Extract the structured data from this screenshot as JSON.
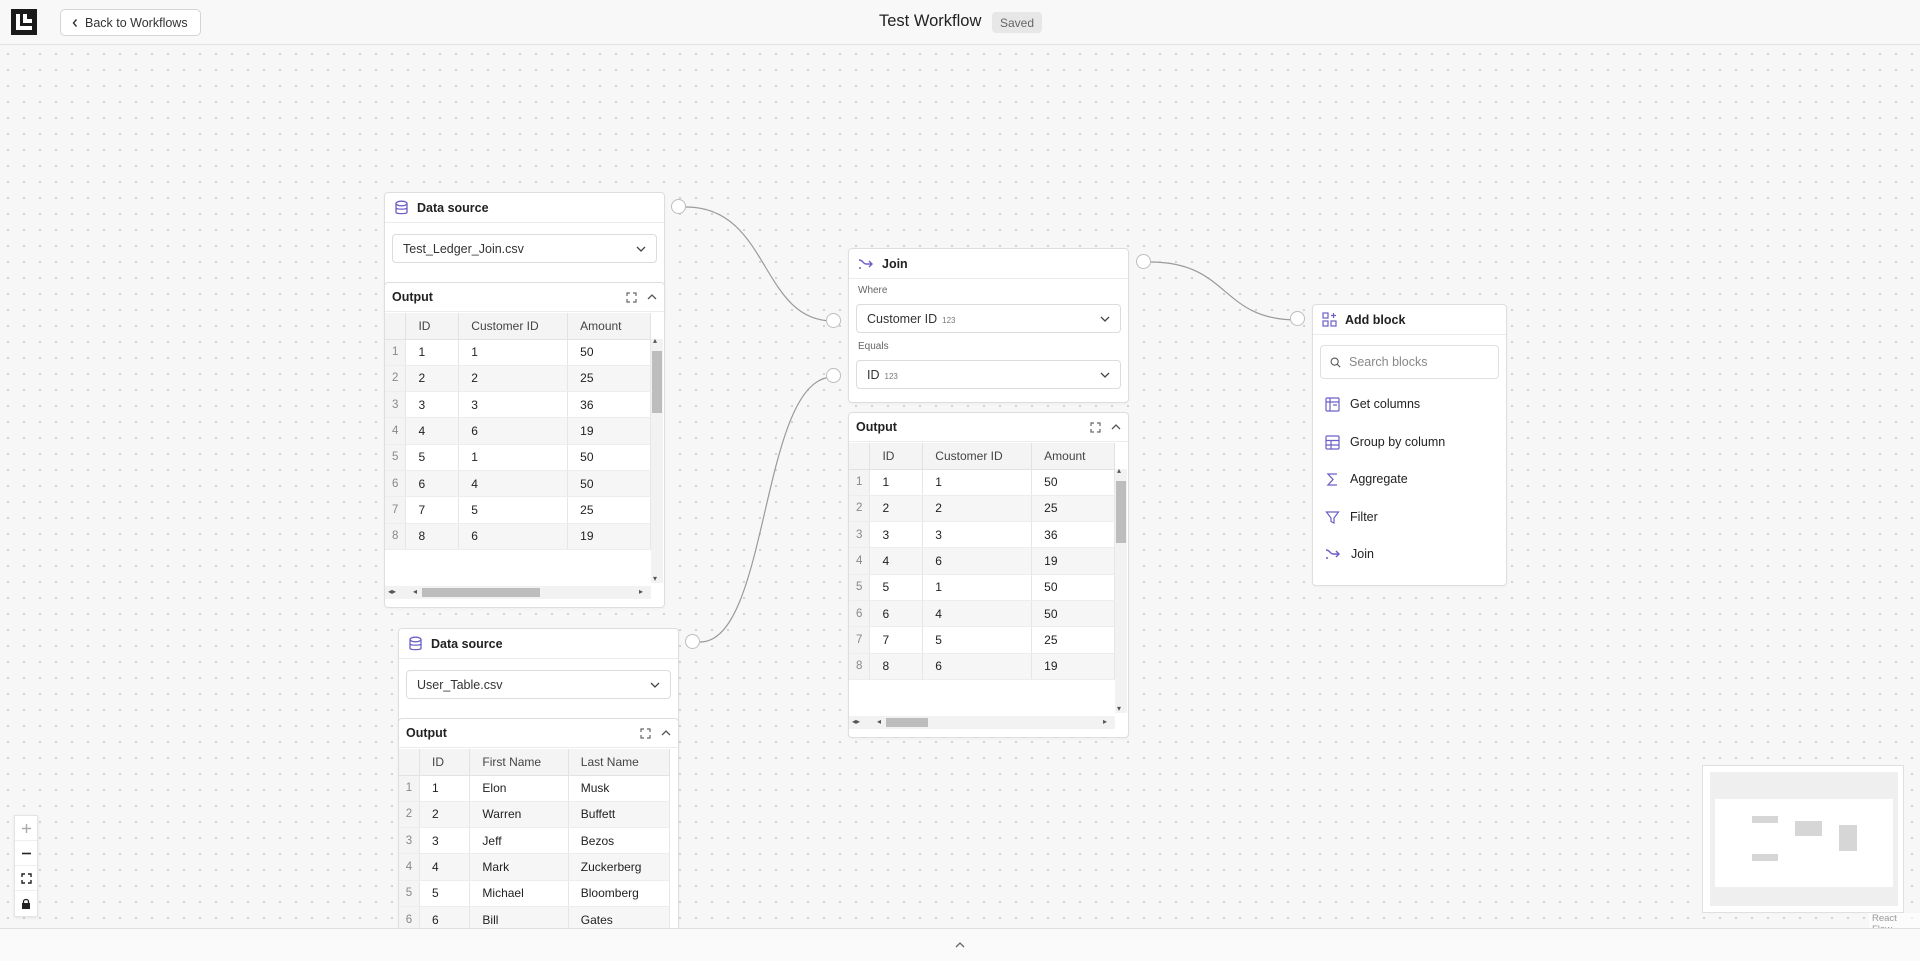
{
  "header": {
    "back_label": "Back to Workflows",
    "title": "Test Workflow",
    "status": "Saved"
  },
  "source1": {
    "header": "Data source",
    "file": "Test_Ledger_Join.csv",
    "output": {
      "title": "Output",
      "columns": [
        "ID",
        "Customer ID",
        "Amount"
      ],
      "rows": [
        [
          "1",
          "1",
          "1",
          "50"
        ],
        [
          "2",
          "2",
          "2",
          "25"
        ],
        [
          "3",
          "3",
          "3",
          "36"
        ],
        [
          "4",
          "4",
          "6",
          "19"
        ],
        [
          "5",
          "5",
          "1",
          "50"
        ],
        [
          "6",
          "6",
          "4",
          "50"
        ],
        [
          "7",
          "7",
          "5",
          "25"
        ],
        [
          "8",
          "8",
          "6",
          "19"
        ]
      ]
    }
  },
  "source2": {
    "header": "Data source",
    "file": "User_Table.csv",
    "output": {
      "title": "Output",
      "columns": [
        "ID",
        "First Name",
        "Last Name"
      ],
      "rows": [
        [
          "1",
          "1",
          "Elon",
          "Musk"
        ],
        [
          "2",
          "2",
          "Warren",
          "Buffett"
        ],
        [
          "3",
          "3",
          "Jeff",
          "Bezos"
        ],
        [
          "4",
          "4",
          "Mark",
          "Zuckerberg"
        ],
        [
          "5",
          "5",
          "Michael",
          "Bloomberg"
        ],
        [
          "6",
          "6",
          "Bill",
          "Gates"
        ]
      ]
    }
  },
  "join": {
    "header": "Join",
    "where_label": "Where",
    "where_value": "Customer ID",
    "where_type": "123",
    "equals_label": "Equals",
    "equals_value": "ID",
    "equals_type": "123",
    "output": {
      "title": "Output",
      "columns": [
        "ID",
        "Customer ID",
        "Amount"
      ],
      "rows": [
        [
          "1",
          "1",
          "1",
          "50"
        ],
        [
          "2",
          "2",
          "2",
          "25"
        ],
        [
          "3",
          "3",
          "3",
          "36"
        ],
        [
          "4",
          "4",
          "6",
          "19"
        ],
        [
          "5",
          "5",
          "1",
          "50"
        ],
        [
          "6",
          "6",
          "4",
          "50"
        ],
        [
          "7",
          "7",
          "5",
          "25"
        ],
        [
          "8",
          "8",
          "6",
          "19"
        ]
      ]
    }
  },
  "add_block": {
    "header": "Add block",
    "search_placeholder": "Search blocks",
    "items": [
      "Get columns",
      "Group by column",
      "Aggregate",
      "Filter",
      "Join"
    ]
  },
  "icons": {
    "back": "chevron-left-icon",
    "source": "database-icon",
    "join": "join-arrow-icon",
    "add_block": "add-block-icon",
    "expand": "expand-icon",
    "collapse": "chevron-up-icon",
    "items": [
      "columns-icon",
      "table-icon",
      "sigma-icon",
      "filter-icon",
      "join-arrow-icon"
    ]
  },
  "colors": {
    "accent": "#6b5fc7"
  },
  "attribution": "React Flow"
}
